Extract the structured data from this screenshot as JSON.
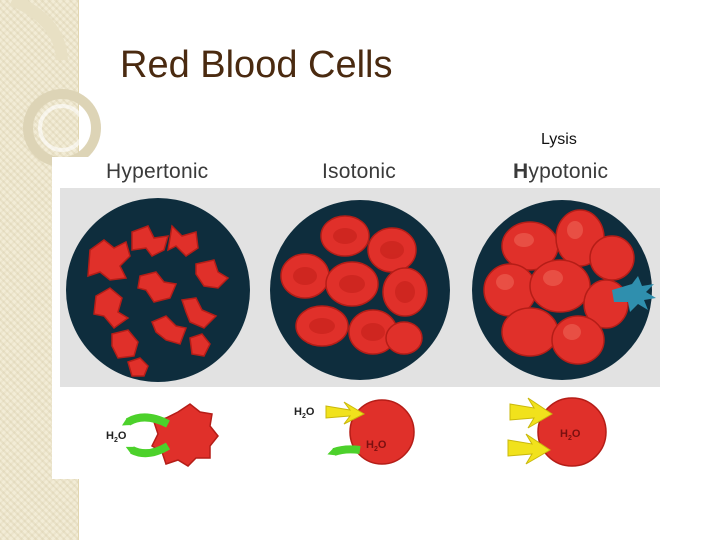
{
  "slide": {
    "title": "Red Blood Cells",
    "annotation": "Lysis"
  },
  "panels": [
    {
      "label_first": "H",
      "label_rest": "ypertonic",
      "condition": "shrunken cells"
    },
    {
      "label_first": "I",
      "label_rest": "sotonic",
      "condition": "normal cells"
    },
    {
      "label_first": "H",
      "label_rest": "ypotonic",
      "condition": "swollen and lysing cells"
    }
  ],
  "water": {
    "h": "H",
    "sub": "2",
    "o": "O"
  },
  "colors": {
    "title": "#4a2a10",
    "cell": "#e0302a",
    "disc_background": "#0e2d3d",
    "arrow_out": "#4cd12b",
    "arrow_in": "#f1e21c"
  }
}
